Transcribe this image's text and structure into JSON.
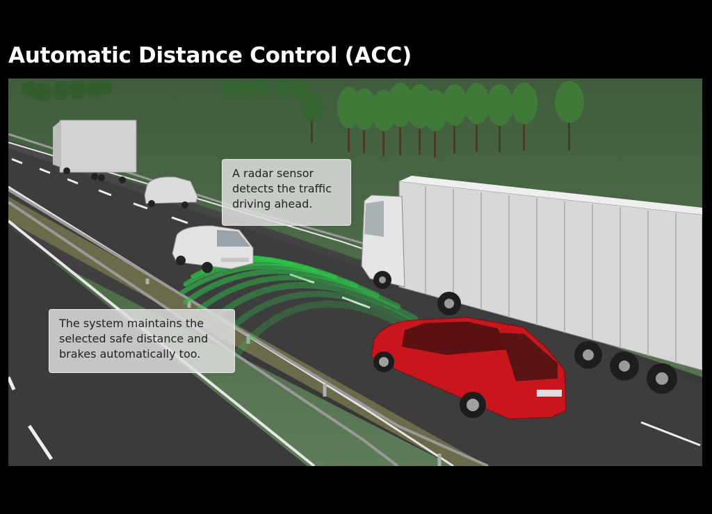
{
  "title": "Automatic Distance Control (ACC)",
  "callouts": {
    "radar": {
      "lines": [
        "A radar sensor",
        "detects the traffic",
        "driving ahead."
      ]
    },
    "system": {
      "lines": [
        "The system maintains the",
        "selected safe distance and",
        "brakes automatically too."
      ]
    }
  },
  "colors": {
    "background": "#000000",
    "grass": "#4f6e4a",
    "road": "#3a3a3a",
    "radar_waves": "#2ec24a",
    "ego_car": "#c8161c",
    "trucks": "#d4d4d4",
    "callout_bg": "#dedede"
  }
}
